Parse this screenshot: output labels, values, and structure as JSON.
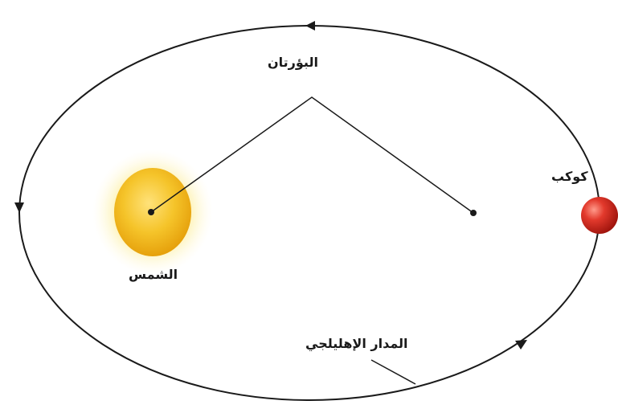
{
  "labels": {
    "foci": "البؤرتان",
    "planet": "كوكب",
    "sun": "الشمس",
    "orbit": "المدار الإهليلجي"
  },
  "colors": {
    "orbit": "#1a1a1a",
    "sun_core": "#f2b81a",
    "sun_glow": "#fde98a",
    "planet": "#d8261d"
  }
}
